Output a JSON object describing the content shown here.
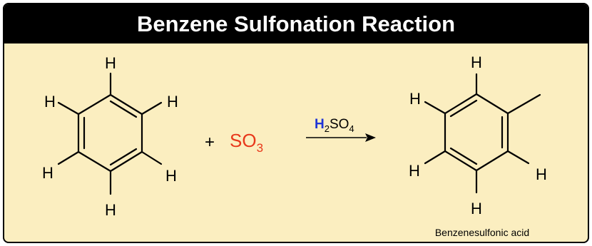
{
  "title": "Benzene Sulfonation Reaction",
  "reactant_atoms": {
    "top": "H",
    "upper_left": "H",
    "upper_right": "H",
    "lower_left": "H",
    "lower_right": "H",
    "bottom": "H"
  },
  "plus_sign": "+",
  "reagent": {
    "base": "SO",
    "subscript": "3",
    "color": "#e8381b"
  },
  "catalyst": {
    "h": "H",
    "h_color": "#1f35d6",
    "h_subscript": "2",
    "so": "SO",
    "so_subscript": "4"
  },
  "product_atoms": {
    "top": "H",
    "upper_left": "H",
    "lower_left": "H",
    "lower_right": "H",
    "bottom": "H"
  },
  "product_label": "Benzenesulfonic acid",
  "colors": {
    "background": "#fbeec0",
    "title_bar": "#000000",
    "title_text": "#ffffff"
  }
}
